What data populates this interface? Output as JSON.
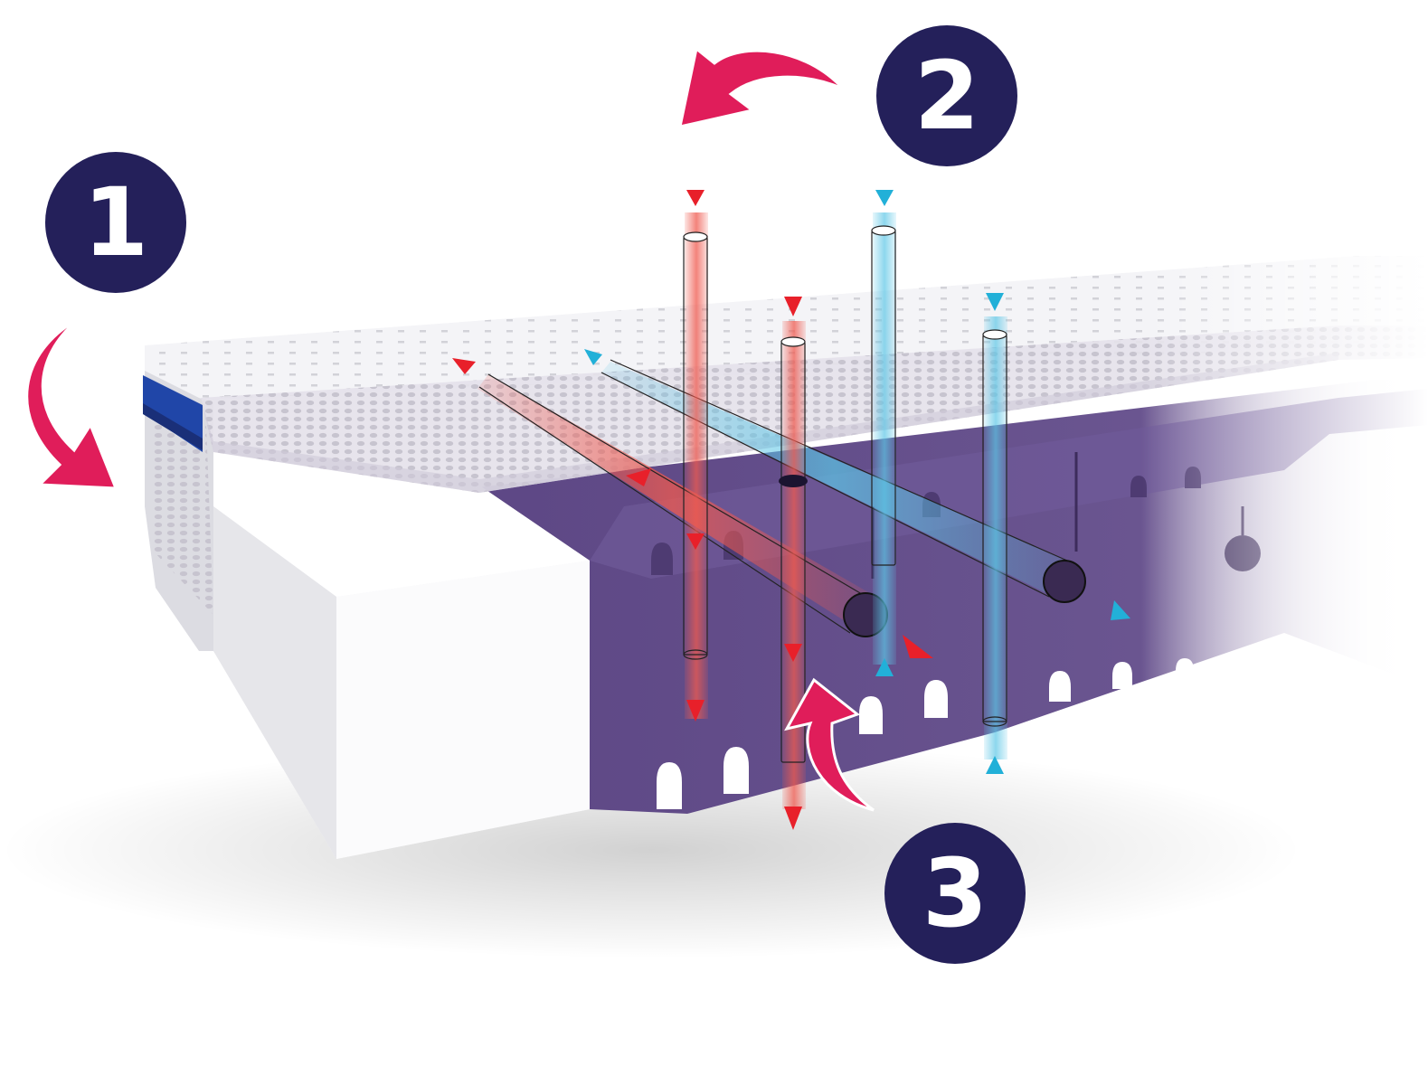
{
  "markers": [
    {
      "id": "1",
      "label": "1"
    },
    {
      "id": "2",
      "label": "2"
    },
    {
      "id": "3",
      "label": "3"
    }
  ],
  "colors": {
    "marker_circle": "#24205a",
    "marker_text": "#ffffff",
    "curved_arrow": "#e01d5a",
    "warm_airflow": "#e8202a",
    "cool_airflow": "#22b0d8",
    "core_foam": "#5b4582",
    "cover_edge_band": "#1f3ea0",
    "cover_fabric": "#ececf0"
  },
  "icons": {
    "curved_arrow": "curved-arrow-icon",
    "airflow_arrow": "airflow-arrow-icon"
  }
}
